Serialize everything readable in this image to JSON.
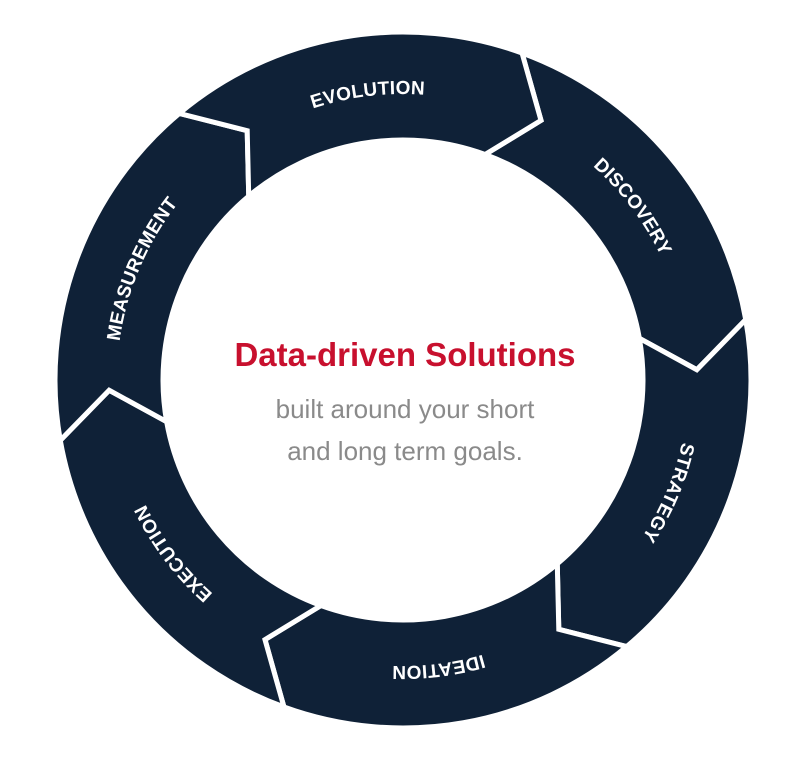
{
  "diagram": {
    "type": "cycle",
    "colors": {
      "segment_fill": "#0f2137",
      "segment_label": "#ffffff",
      "title": "#c8102e",
      "subtitle": "#8a8a8a",
      "background": "#ffffff"
    },
    "segments": [
      {
        "id": "discovery",
        "label": "DISCOVERY"
      },
      {
        "id": "strategy",
        "label": "STRATEGY"
      },
      {
        "id": "ideation",
        "label": "IDEATION"
      },
      {
        "id": "execution",
        "label": "EXECUTION"
      },
      {
        "id": "measurement",
        "label": "MEASUREMENT"
      },
      {
        "id": "evolution",
        "label": "EVOLUTION"
      }
    ],
    "center": {
      "title": "Data-driven Solutions",
      "subtitle_line1": "built around your short",
      "subtitle_line2": "and long term goals."
    }
  }
}
